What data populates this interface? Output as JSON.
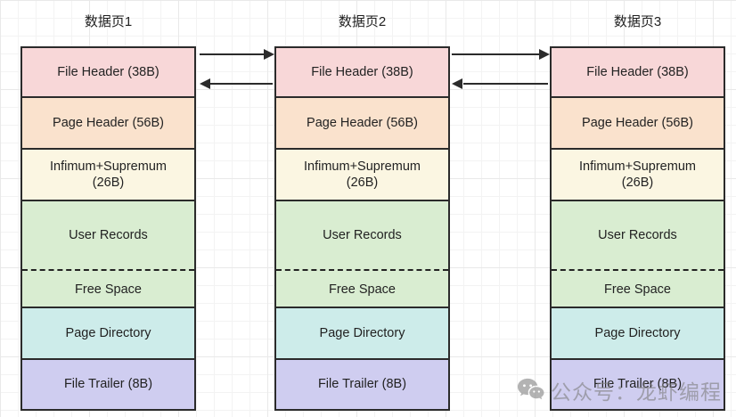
{
  "diagram": {
    "pages": [
      {
        "title": "数据页1"
      },
      {
        "title": "数据页2"
      },
      {
        "title": "数据页3"
      }
    ],
    "rows": {
      "file_header": "File Header (38B)",
      "page_header": "Page Header (56B)",
      "infimum_line1": "Infimum+Supremum",
      "infimum_line2": "(26B)",
      "user_records": "User Records",
      "free_space": "Free Space",
      "page_directory": "Page Directory",
      "file_trailer": "File Trailer (8B)"
    },
    "links": {
      "description": "double-headed arrows between adjacent pages' File Header blocks"
    },
    "colors": {
      "file_header": "#f8d7d8",
      "page_header": "#fae2cd",
      "infimum_supremum": "#fbf6e2",
      "user_records": "#d9edd1",
      "free_space": "#d9edd1",
      "page_directory": "#cdecea",
      "file_trailer": "#cfcdf0",
      "border": "#2b2b2b",
      "grid": "#e9e9e9"
    },
    "watermark": {
      "icon": "wechat-icon",
      "text": "公众号：龙虾编程"
    }
  }
}
